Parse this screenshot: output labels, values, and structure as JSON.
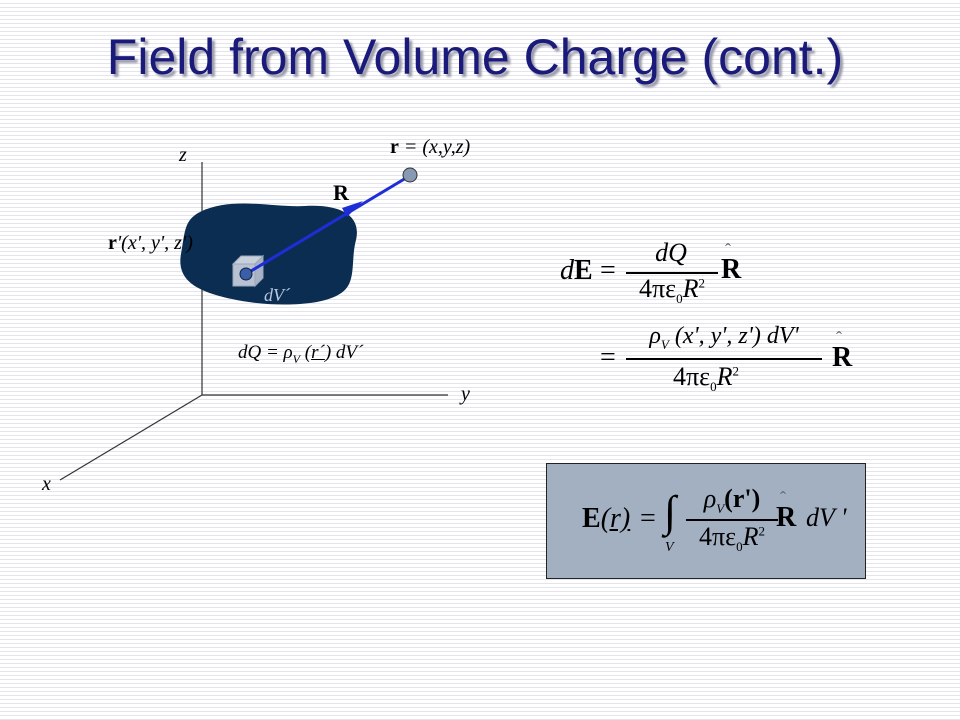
{
  "slide": {
    "title": "Field from Volume Charge (cont.)"
  },
  "diagram": {
    "axis_z": "z",
    "axis_y": "y",
    "axis_x": "x",
    "point_r_bold": "r",
    "point_r_rest": " = (x,y,z)",
    "vector_R": "R",
    "source_bold": "r",
    "source_rest": "'(x', y', z')",
    "volume_element": "dV´",
    "colors": {
      "charge_region": "#0b2d52",
      "vector": "#1e2ed6",
      "point": "#8899b4"
    }
  },
  "dq_equation": {
    "left": "dQ = ",
    "rho": "ρ",
    "sub": "V",
    "mid": " (",
    "r_prime": "r´",
    "end": ") dV´"
  },
  "dE_equation": {
    "lhs_d": "d",
    "lhs_E": "E",
    "eq": "=",
    "num1": "dQ",
    "den1": "4πε",
    "den1_sub": "0",
    "den1_R": "R",
    "den1_sup": "2",
    "unit_R": "R",
    "eq2": "=",
    "num2_rho": "ρ",
    "num2_sub": "V",
    "num2_rest": "(x', y', z') dV'",
    "den2": "4πε",
    "den2_sub": "0",
    "den2_R": "R",
    "den2_sup": "2",
    "unit_R2": "R",
    "hat_char": "ˆ"
  },
  "result": {
    "lhs_E": "E",
    "lhs_arg": "(r)",
    "eq": "=",
    "integral": "∫",
    "int_sub": "V",
    "num_rho": "ρ",
    "num_sub": "V",
    "num_arg": "(r')",
    "den": "4πε",
    "den_sub": "0",
    "den_R": "R",
    "den_sup": "2",
    "unit_R": "R",
    "dV": "dV '",
    "hat_char": "ˆ",
    "box_color": "#a2b0c2"
  }
}
